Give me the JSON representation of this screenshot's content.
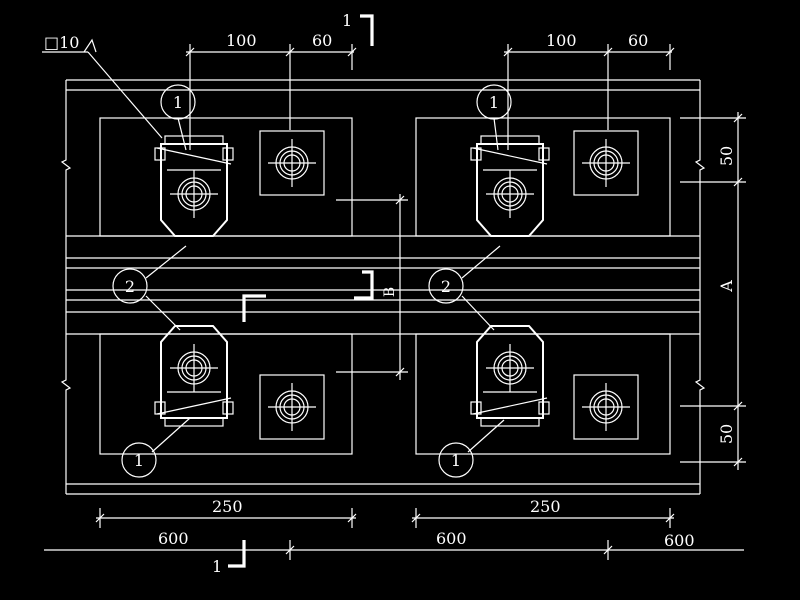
{
  "drawing": {
    "background": "#000000",
    "line_color": "#ffffff",
    "weld_symbol": "□10",
    "section": {
      "top_label": "1",
      "bottom_label": "1"
    },
    "top_dimensions": {
      "left": {
        "a": "100",
        "b": "60"
      },
      "right": {
        "a": "100",
        "b": "60"
      }
    },
    "right_dimensions": {
      "top": "50",
      "mid": "A",
      "bottom": "50"
    },
    "center_dimension": "B",
    "bottom_dimensions": {
      "left_250": "250",
      "right_250": "250",
      "left_600": "600",
      "mid_600": "600",
      "right_600": "600"
    },
    "callouts": [
      {
        "id": "c1-tl",
        "label": "1"
      },
      {
        "id": "c1-tr",
        "label": "1"
      },
      {
        "id": "c2-l",
        "label": "2"
      },
      {
        "id": "c2-r",
        "label": "2"
      },
      {
        "id": "c1-bl",
        "label": "1"
      },
      {
        "id": "c1-br",
        "label": "1"
      }
    ]
  }
}
